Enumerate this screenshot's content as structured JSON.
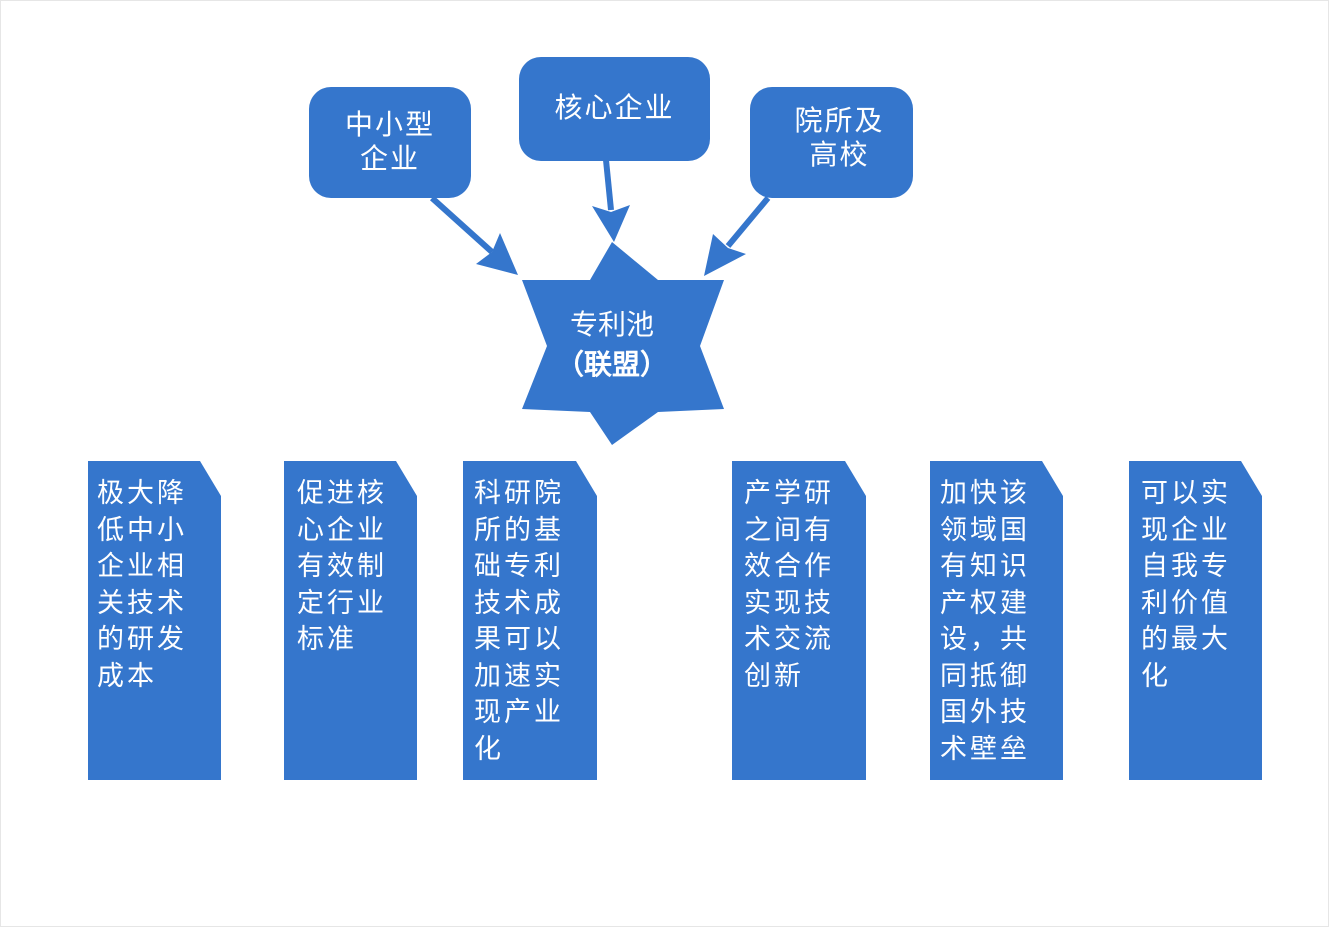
{
  "colors": {
    "fill": "#3576cc",
    "text": "#ffffff",
    "background": "#ffffff"
  },
  "top_nodes": [
    {
      "label_line1": "中小型",
      "label_line2": "企业"
    },
    {
      "label_line1": "核心企业",
      "label_line2": ""
    },
    {
      "label_line1": "院所及",
      "label_line2": "高校"
    }
  ],
  "center": {
    "line1": "专利池",
    "line2": "（联盟）"
  },
  "benefits": [
    {
      "text": "极大降低中小企业相关技术的研发成本"
    },
    {
      "text": "促进核心企业有效制定行业标准"
    },
    {
      "text": "科研院所的基础专利技术成果可以加速实现产业化"
    },
    {
      "text": "产学研之间有效合作实现技术交流创新"
    },
    {
      "text": "加快该领域国有知识产权建设，共同抵御国外技术壁垒"
    },
    {
      "text": "可以实现企业自我专利价值的最大化"
    }
  ]
}
